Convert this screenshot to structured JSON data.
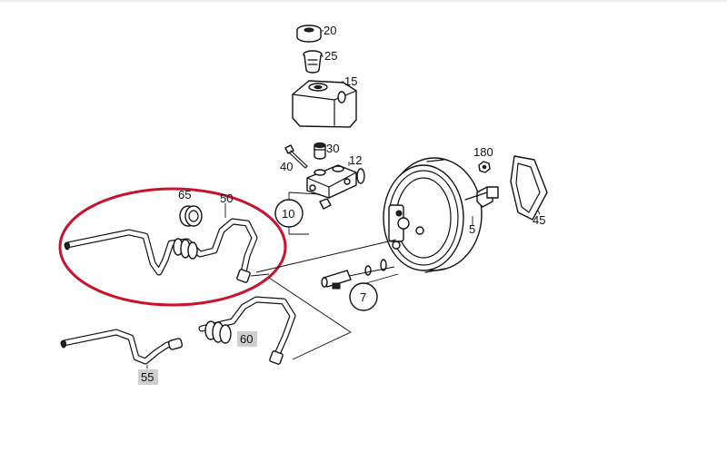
{
  "callouts": {
    "p20": "20",
    "p25": "25",
    "p15": "15",
    "p30": "30",
    "p12": "12",
    "p40": "40",
    "p180": "180",
    "p65": "65",
    "p50": "50",
    "p10": "10",
    "p5": "5",
    "p45": "45",
    "p7": "7",
    "p60": "60",
    "p55": "55"
  },
  "colors": {
    "highlight_ring": "#c8142b",
    "label_highlight_bg": "#cfcfcf"
  }
}
